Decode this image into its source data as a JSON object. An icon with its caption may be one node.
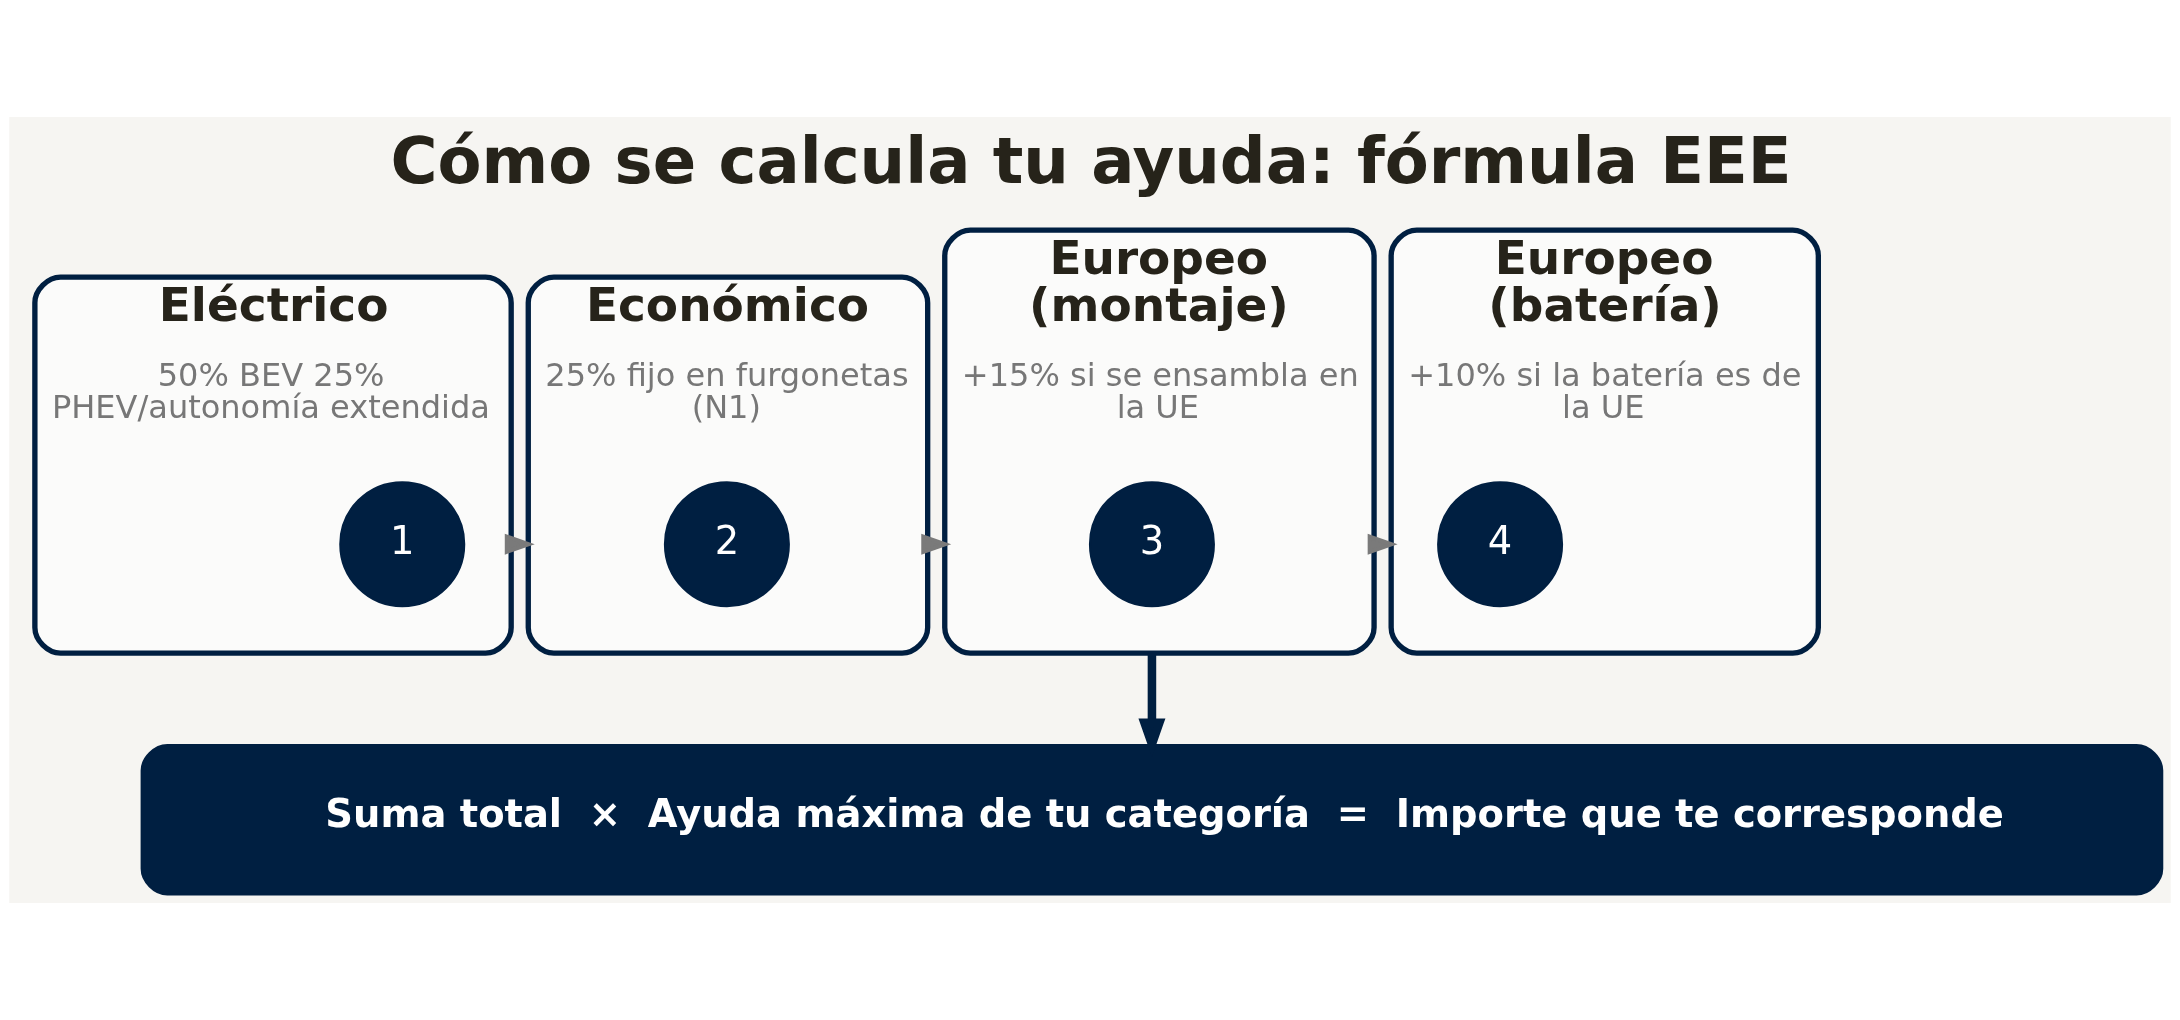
{
  "diagram": {
    "title": "Cómo se calcula tu ayuda: fórmula EEE",
    "nodes": [
      {
        "text": [
          "Eléctrico",
          "50% BEV 25% PHEV/autonomía extendida"
        ]
      },
      {
        "text": [
          "1"
        ],
        "in": 0
      },
      {
        "text": [
          "Económico",
          "25% fijo en furgonetas (N1)"
        ]
      },
      {
        "text": [
          "2"
        ],
        "in": 2
      },
      {
        "text": [
          "Europeo (montaje)",
          "+15% si se ensambla en la UE"
        ]
      },
      {
        "text": [
          "3"
        ],
        "in": 4
      },
      {
        "text": [
          "Europeo (batería)",
          "+10% si la batería es de la UE"
        ]
      },
      {
        "text": [
          "4"
        ],
        "in": 6
      },
      {
        "text": [
          "Suma total  ×  Ayuda máxima de tu categoría  =  Importe que te corresponde"
        ]
      }
    ],
    "edges": [
      {
        "from": 0,
        "to": 2,
        "arrow": "to"
      },
      {
        "from": 2,
        "to": 4,
        "arrow": "to"
      },
      {
        "from": 4,
        "to": 6,
        "arrow": "to"
      },
      {
        "from": 4,
        "to": 8,
        "arrow": "to",
        "style": "thick",
        "color": "#001f41"
      }
    ]
  }
}
